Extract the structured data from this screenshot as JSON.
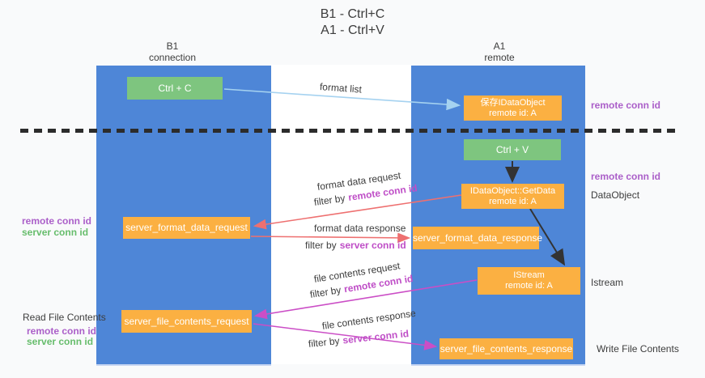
{
  "title": {
    "line1": "B1 - Ctrl+C",
    "line2": "A1 - Ctrl+V"
  },
  "lanes": {
    "left": {
      "name": "B1",
      "role": "connection"
    },
    "right": {
      "name": "A1",
      "role": "remote"
    }
  },
  "nodes": {
    "ctrl_c": {
      "label": "Ctrl + C"
    },
    "ctrl_v": {
      "label": "Ctrl + V"
    },
    "save_dataobject": {
      "line1": "保存IDataObject",
      "line2": "remote id: A"
    },
    "getdata": {
      "line1": "IDataObject::GetData",
      "line2": "remote id: A"
    },
    "istream": {
      "line1": "IStream",
      "line2": "remote id: A"
    },
    "format_request": {
      "label": "server_format_data_request"
    },
    "format_response": {
      "label": "server_format_data_response"
    },
    "file_request": {
      "label": "server_file_contents_request"
    },
    "file_response": {
      "label": "server_file_contents_response"
    }
  },
  "edges": {
    "format_list": {
      "label": "format list"
    },
    "format_data_request": {
      "label": "format data request",
      "filter_prefix": "filter by",
      "filter_key": "remote conn id"
    },
    "format_data_response": {
      "label": "format data response",
      "filter_prefix": "filter by",
      "filter_key": "server conn id"
    },
    "file_contents_request": {
      "label": "file contents request",
      "filter_prefix": "filter by",
      "filter_key": "remote conn id"
    },
    "file_contents_response": {
      "label": "file contents response",
      "filter_prefix": "filter by",
      "filter_key": "server conn id"
    }
  },
  "annotations": {
    "remote_conn_id_top": "remote conn id",
    "remote_conn_id_mid": "remote conn id",
    "dataobject": "DataObject",
    "istream": "Istream",
    "read_file_contents": "Read File Contents",
    "write_file_contents": "Write File Contents",
    "format_remote_conn_id": "remote conn id",
    "format_server_conn_id": "server conn id",
    "file_remote_conn_id": "remote conn id",
    "file_server_conn_id": "server conn id"
  },
  "colors": {
    "lane_blue": "#4e86d7",
    "green_box": "#7ec57f",
    "orange_box": "#fbb042",
    "purple_text": "#ab5fc9",
    "magenta_text": "#bf4ec7",
    "green_text": "#67bd6c",
    "arrow_blue": "#a5d2f0",
    "arrow_red": "#ee7070",
    "arrow_magenta": "#cb4ec6",
    "arrow_black": "#333333"
  }
}
